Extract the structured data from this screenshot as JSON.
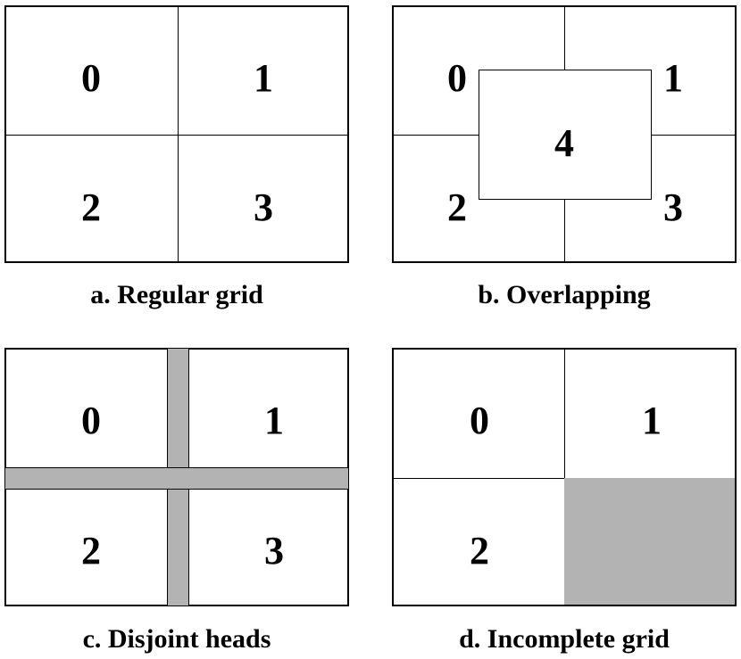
{
  "colors": {
    "shade": "#b3b3b3",
    "line": "#000000",
    "background": "#ffffff"
  },
  "panels": {
    "a": {
      "caption": "a. Regular grid",
      "cells": [
        "0",
        "1",
        "2",
        "3"
      ]
    },
    "b": {
      "caption": "b. Overlapping",
      "cells": [
        "0",
        "1",
        "2",
        "3"
      ],
      "overlap": "4"
    },
    "c": {
      "caption": "c. Disjoint heads",
      "cells": [
        "0",
        "1",
        "2",
        "3"
      ]
    },
    "d": {
      "caption": "d. Incomplete grid",
      "cells": [
        "0",
        "1",
        "2"
      ]
    }
  }
}
